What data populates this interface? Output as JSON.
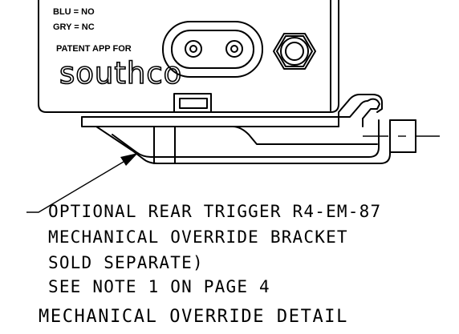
{
  "labels": {
    "wire_blue": "BLU = NO",
    "wire_gray": "GRY = NC",
    "patent": "PATENT APP FOR",
    "brand": "southco"
  },
  "callout": {
    "line1": "OPTIONAL REAR TRIGGER R4-EM-87",
    "line2": "MECHANICAL OVERRIDE BRACKET",
    "line3": "SOLD SEPARATE)",
    "line4": "SEE NOTE 1 ON PAGE 4"
  },
  "title": "MECHANICAL OVERRIDE DETAIL"
}
